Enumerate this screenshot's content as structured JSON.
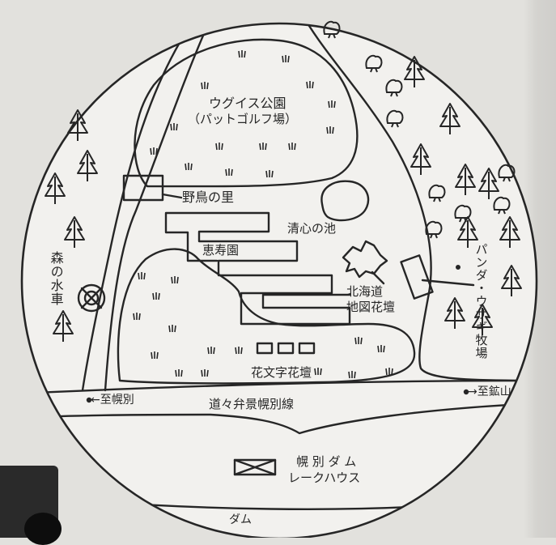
{
  "map": {
    "labels": {
      "uguisu_park": "ウグイス公園",
      "putt_golf": "（パットゴルフ場）",
      "yacho_no_sato": "野鳥の里",
      "seishin_pond": "清心の池",
      "keiju_en": "恵寿園",
      "hokkaido_map_bed": "北海道\n地図花壇",
      "panda_rabbit_farm": "パンダ・ウサギ牧場",
      "mori_no_suisha": "森の水車",
      "hanamoji_bed": "花文字花壇",
      "to_horobetsu": "←至幌別",
      "route_name": "道々弁景幌別線",
      "to_kozan": "→至鉱山",
      "dam_lakehouse_line1": "幌 別 ダ ム",
      "dam_lakehouse_line2": "レークハウス",
      "dam": "ダム"
    },
    "icons": [
      "conifer-tree-icon",
      "broadleaf-tree-icon",
      "water-wheel-icon",
      "lake-house-icon",
      "grass-tuft-icon"
    ],
    "colors": {
      "ink": "#262626",
      "paper": "#f2f1ee",
      "background": "#e2e1dd"
    }
  }
}
